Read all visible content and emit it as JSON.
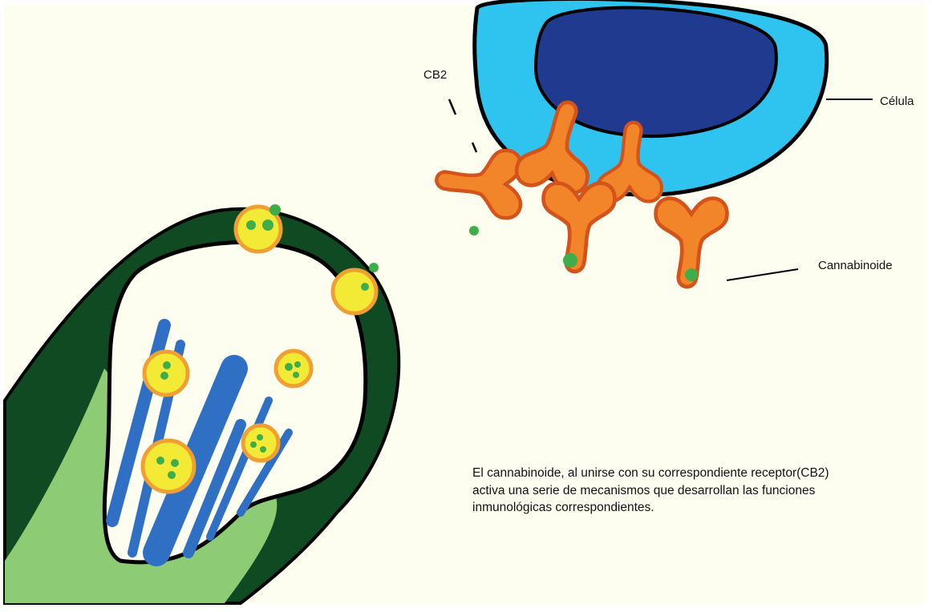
{
  "labels": {
    "cb2": "CB2",
    "celula": "Célula",
    "cannabinoide": "Cannabinoide"
  },
  "caption": {
    "line1": "El cannabinoide, al unirse con su correspondiente receptor(CB2)",
    "line2": "activa una serie de mecanismos que desarrollan las funciones",
    "line3": "inmunológicas correspondientes."
  },
  "colors": {
    "background": "#fdfdf0",
    "cell_outer": "#2ec4ef",
    "cell_nucleus": "#1f3a8f",
    "receptor_fill": "#f2852a",
    "receptor_stroke": "#d4531a",
    "cannabinoid": "#3fae4a",
    "vessel_wall": "#0f4a22",
    "vessel_tissue": "#8dcb74",
    "vesicle_fill": "#f3ea36",
    "vesicle_stroke": "#f0a032",
    "fibers": "#2f6fc4"
  }
}
